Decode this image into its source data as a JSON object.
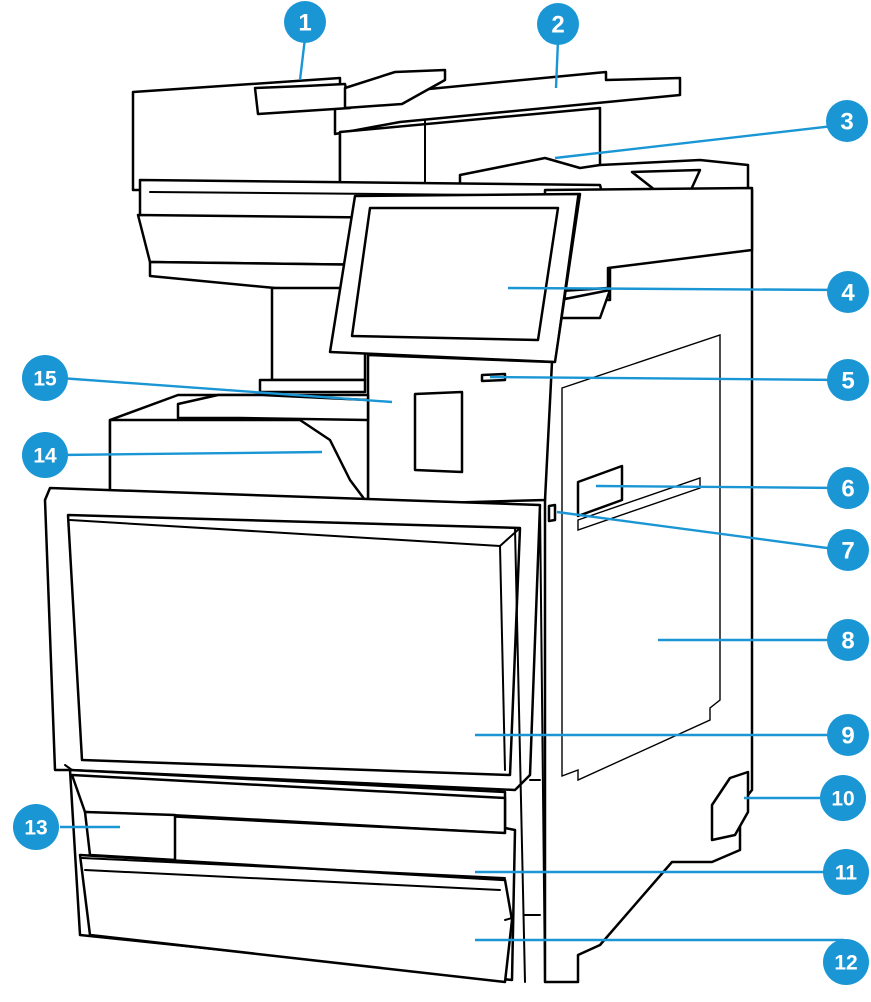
{
  "callouts": [
    {
      "id": "1",
      "label": "1"
    },
    {
      "id": "2",
      "label": "2"
    },
    {
      "id": "3",
      "label": "3"
    },
    {
      "id": "4",
      "label": "4"
    },
    {
      "id": "5",
      "label": "5"
    },
    {
      "id": "6",
      "label": "6"
    },
    {
      "id": "7",
      "label": "7"
    },
    {
      "id": "8",
      "label": "8"
    },
    {
      "id": "9",
      "label": "9"
    },
    {
      "id": "10",
      "label": "10"
    },
    {
      "id": "11",
      "label": "11"
    },
    {
      "id": "12",
      "label": "12"
    },
    {
      "id": "13",
      "label": "13"
    },
    {
      "id": "14",
      "label": "14"
    },
    {
      "id": "15",
      "label": "15"
    }
  ],
  "colors": {
    "callout": "#1a96d4",
    "outline": "#000000",
    "fill": "#ffffff"
  }
}
